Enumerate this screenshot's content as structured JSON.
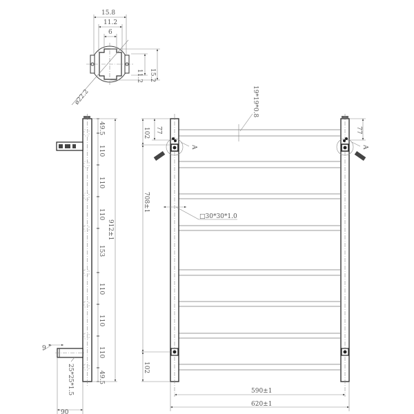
{
  "detail_view": {
    "width_outer": "15.8",
    "width_inner": "11.2",
    "width_key": "6",
    "height_inner": "11.2",
    "height_outer": "15.2",
    "diameter": "ø22.2"
  },
  "side_view": {
    "spacings": [
      "49.5",
      "110",
      "110",
      "110",
      "153",
      "110",
      "110",
      "110",
      "49.5"
    ],
    "overall_height": "912±1",
    "foot_offset": "9",
    "tube_section": "25*25*1.5",
    "depth": "90"
  },
  "front_view": {
    "rail_section": "19*19*0.8",
    "top_offset_left": "102",
    "top_bracket_left": "77",
    "top_bracket_right": "77",
    "detail_label_left": "A",
    "detail_label_right": "A",
    "bracket_span": "708±1",
    "post_section": "□30*30*1.0",
    "bottom_offset": "102",
    "center_width": "590±1",
    "overall_width": "620±1"
  }
}
